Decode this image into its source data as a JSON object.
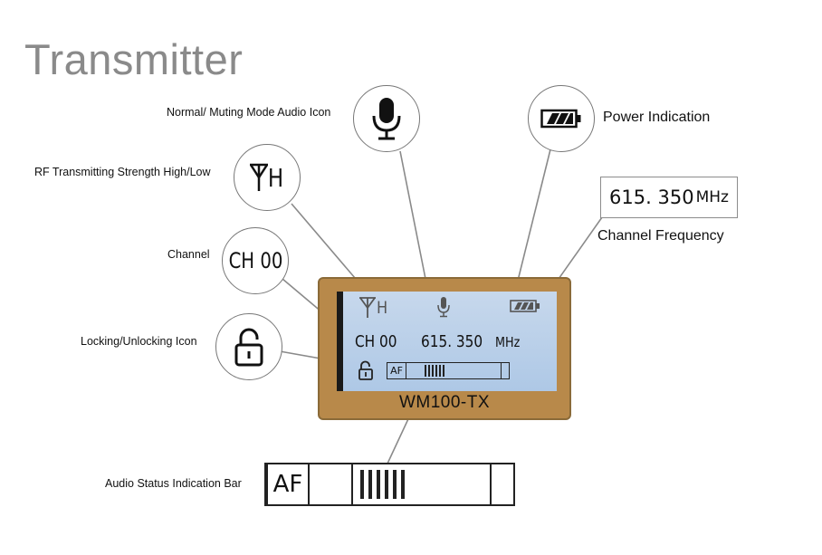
{
  "title": "Transmitter",
  "callouts": {
    "audio_icon_label": "Normal/ Muting Mode Audio Icon",
    "rf_label": "RF Transmitting Strength High/Low",
    "channel_label": "Channel",
    "lock_label": "Locking/Unlocking Icon",
    "power_label": "Power Indication",
    "frequency_label": "Channel Frequency",
    "audio_bar_label": "Audio Status Indication Bar"
  },
  "circles": {
    "rf_text": "H",
    "channel_text": "CH 00"
  },
  "frequency_box": {
    "value": "615. 350",
    "unit": "MHz"
  },
  "device": {
    "model": "WM100-TX",
    "screen": {
      "rf_level": "H",
      "channel": "CH 00",
      "frequency": "615. 350",
      "unit": "MHz",
      "af_label": "AF"
    }
  },
  "audio_bar": {
    "af_label": "AF",
    "tick_count": 6
  },
  "colors": {
    "device_body": "#b8894a",
    "screen": "#b6cde8",
    "title": "#8a8a8a",
    "connector": "#888888"
  }
}
